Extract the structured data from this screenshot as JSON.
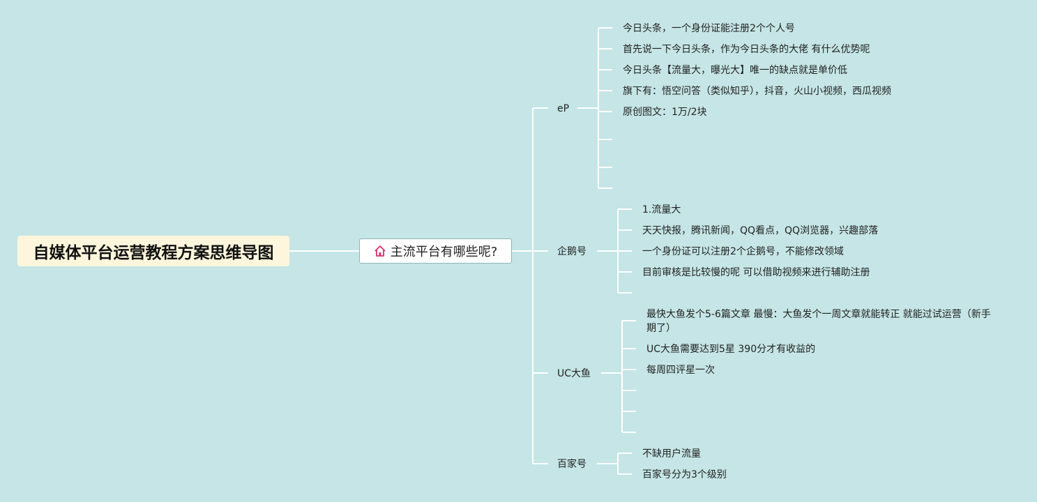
{
  "root": {
    "label": "自媒体平台运营教程方案思维导图"
  },
  "center": {
    "label": "主流平台有哪些呢?",
    "icon": "home-icon"
  },
  "branches": [
    {
      "label": "eP",
      "leaves": [
        "今日头条，一个身份证能注册2个个人号",
        "首先说一下今日头条，作为今日头条的大佬 有什么优势呢",
        "今日头条【流量大，曝光大】唯一的缺点就是单价低",
        "旗下有：悟空问答（类似知乎），抖音，火山小视频，西瓜视频",
        "原创图文：1万/2块"
      ]
    },
    {
      "label": "企鹅号",
      "leaves": [
        "1.流量大",
        "天天快报，腾讯新闻，QQ看点，QQ浏览器，兴趣部落",
        "一个身份证可以注册2个企鹅号，不能修改领域",
        "目前审核是比较慢的呢 可以借助视频来进行辅助注册"
      ]
    },
    {
      "label": "UC大鱼",
      "leaves": [
        "最快大鱼发个5-6篇文章 最慢：大鱼发个一周文章就能转正 就能过试运营（新手期了）",
        "UC大鱼需要达到5星 390分才有收益的",
        "每周四评星一次"
      ]
    },
    {
      "label": "百家号",
      "leaves": [
        "不缺用户流量",
        "百家号分为3个级别"
      ]
    }
  ],
  "colors": {
    "background": "#c5e5e6",
    "line": "#ffffff",
    "root_fill": "#fdf6dc",
    "home_icon": "#d6336c"
  }
}
